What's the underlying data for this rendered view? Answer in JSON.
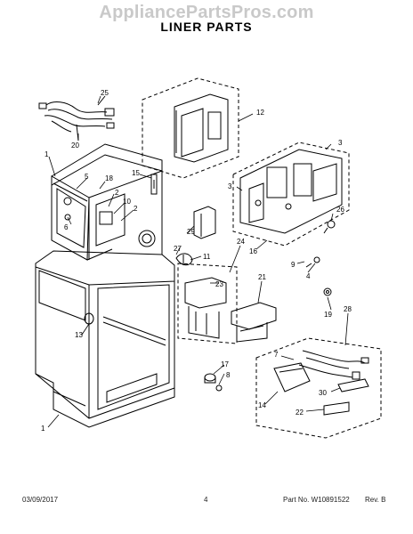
{
  "watermark": "AppliancePartsPros.com",
  "title": "LINER PARTS",
  "footer": {
    "date": "03/09/2017",
    "page": "4",
    "part_no": "Part No. W10891522",
    "rev": "Rev. B"
  },
  "callouts": [
    "25",
    "20",
    "1",
    "5",
    "18",
    "15",
    "2",
    "10",
    "2",
    "6",
    "29",
    "27",
    "11",
    "12",
    "3",
    "3",
    "26",
    "24",
    "16",
    "9",
    "4",
    "23",
    "21",
    "13",
    "19",
    "28",
    "7",
    "17",
    "8",
    "30",
    "14",
    "22",
    "1"
  ]
}
